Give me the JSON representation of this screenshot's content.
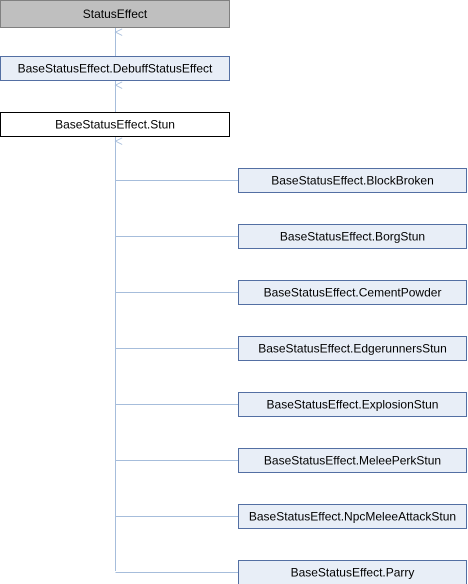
{
  "colors": {
    "edge": "#a6bddb",
    "root_fill": "#bfbfbf",
    "focus_fill": "#ffffff",
    "node_fill": "#e8eef7",
    "node_border": "#536fa3",
    "dark_border": "#000000"
  },
  "nodes": {
    "status_effect": "StatusEffect",
    "debuff_status_effect": "BaseStatusEffect.DebuffStatusEffect",
    "stun": "BaseStatusEffect.Stun",
    "children": [
      "BaseStatusEffect.BlockBroken",
      "BaseStatusEffect.BorgStun",
      "BaseStatusEffect.CementPowder",
      "BaseStatusEffect.EdgerunnersStun",
      "BaseStatusEffect.ExplosionStun",
      "BaseStatusEffect.MeleePerkStun",
      "BaseStatusEffect.NpcMeleeAttackStun",
      "BaseStatusEffect.Parry"
    ]
  }
}
